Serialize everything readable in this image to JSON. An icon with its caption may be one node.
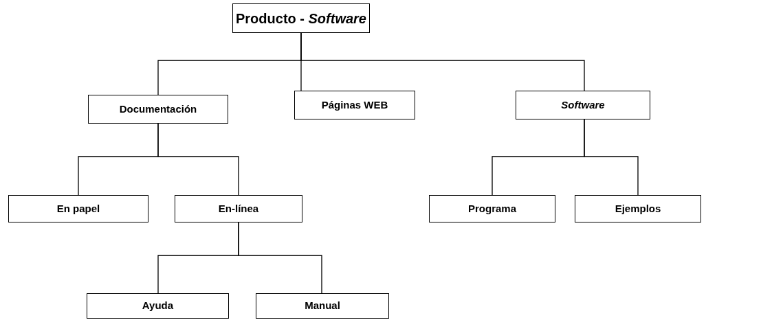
{
  "diagram": {
    "nodes": [
      {
        "text": [
          "Producto - *Software*"
        ]
      },
      {
        "text": [
          "Documentación"
        ]
      },
      {
        "text": [
          "Páginas WEB"
        ]
      },
      {
        "text": [
          "Software"
        ]
      },
      {
        "text": [
          "En papel"
        ]
      },
      {
        "text": [
          "En-línea"
        ]
      },
      {
        "text": [
          "Ayuda"
        ]
      },
      {
        "text": [
          "Manual"
        ]
      },
      {
        "text": [
          "Programa"
        ]
      },
      {
        "text": [
          "Ejemplos"
        ]
      }
    ],
    "edges": [
      {
        "from": 0,
        "to": 1,
        "arrow": "none"
      },
      {
        "from": 0,
        "to": 2,
        "arrow": "none"
      },
      {
        "from": 0,
        "to": 3,
        "arrow": "none"
      },
      {
        "from": 1,
        "to": 4,
        "arrow": "none"
      },
      {
        "from": 1,
        "to": 5,
        "arrow": "none"
      },
      {
        "from": 5,
        "to": 6,
        "arrow": "none"
      },
      {
        "from": 5,
        "to": 7,
        "arrow": "none"
      },
      {
        "from": 3,
        "to": 8,
        "arrow": "none"
      },
      {
        "from": 3,
        "to": 9,
        "arrow": "none"
      }
    ]
  }
}
